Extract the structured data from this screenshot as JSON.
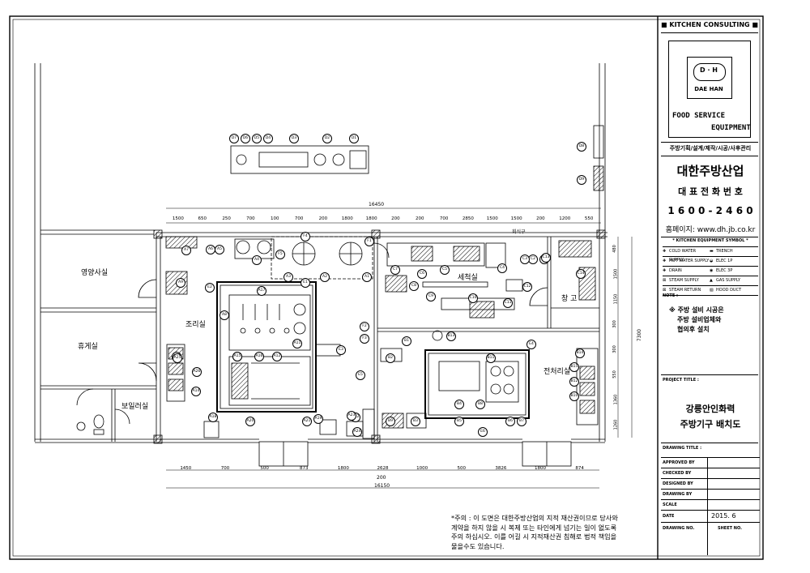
{
  "title_block": {
    "header": "■ KITCHEN CONSULTING ■",
    "logo_text": "D · H",
    "logo_caption": "DAE HAN",
    "food_service": "FOOD SERVICE",
    "equipment": "EQUIPMENT",
    "tagline": "주방기획/설계/제작/시공/사후관리",
    "company": "대한주방산업",
    "phone_label": "대 표 전 화 번 호",
    "phone": "1 6 0 0 - 2 4 6 0",
    "homepage": "홈페이지: www.dh.jb.co.kr",
    "symbol_header": "* KITCHEN EQUIPMENT SYMBOL *",
    "symbols": [
      {
        "left": "COLD WATER SUPPLY",
        "right": "TRENCH"
      },
      {
        "left": "HOT WATER SUPPLY",
        "right": "ELEC 1P"
      },
      {
        "left": "DRAIN",
        "right": "ELEC 3P"
      },
      {
        "left": "STEAM SUPPLY",
        "right": "GAS SUPPLY"
      },
      {
        "left": "STEAM RETURN",
        "right": "HOOD DUCT"
      }
    ],
    "note_label": "NOTE :",
    "note_lines": [
      "※ 주방 설비 시공은",
      "주방 설비업체와",
      "협의후 설치"
    ],
    "project_label": "PROJECT TITLE :",
    "project_lines": [
      "강릉안인화력",
      "주방기구 배치도"
    ],
    "drawing_label": "DRAWING TITLE :",
    "approvals": [
      "APPROVED BY",
      "CHECKED BY",
      "DESIGNED BY",
      "DRAWING BY",
      "SCALE"
    ],
    "date_label": "DATE",
    "date_value": "2015. 6",
    "drawing_no": "DRAWING NO.",
    "sheet_no": "SHEET NO."
  },
  "footer_note": [
    "*주의 : 이 도면은 대한주방산업의 지적 재산권이므로 당사와",
    "계약을 하지 않을 시 복제 또는 타인에게 넘기는 일이 없도록",
    "주의 하십시오. 이를 어길 시 지적재산권 침해로 법적 책임을",
    "물을수도 있습니다."
  ],
  "rooms": [
    {
      "id": "nutrition",
      "label": "영양사실"
    },
    {
      "id": "lounge",
      "label": "휴게실"
    },
    {
      "id": "boiler",
      "label": "보일러실"
    },
    {
      "id": "cooking",
      "label": "조리실"
    },
    {
      "id": "washing",
      "label": "세척실"
    },
    {
      "id": "storage",
      "label": "창 고"
    },
    {
      "id": "prep",
      "label": "전처리실"
    },
    {
      "id": "pantry",
      "label": "회식구"
    }
  ],
  "dimensions": {
    "top_total": "16450",
    "top_segments": [
      "1500",
      "650",
      "250",
      "700",
      "100",
      "700",
      "200",
      "1800",
      "1800",
      "200",
      "200",
      "700",
      "2850",
      "1500",
      "1500",
      "200",
      "1200",
      "550"
    ],
    "bottom_segments": [
      "1450",
      "700",
      "500",
      "873",
      "1800",
      "2628",
      "1000",
      "500",
      "3826",
      "1800",
      "874"
    ],
    "bottom_sub": "200",
    "bottom_total": "16150",
    "right_total": "7300",
    "right_segments": [
      "480",
      "1500",
      "1150",
      "300",
      "300",
      "550",
      "1360",
      "1260"
    ]
  },
  "equipment_labels": [
    "A1",
    "A2",
    "A3",
    "A4",
    "A5",
    "A6",
    "A7",
    "A8",
    "A9",
    "A10",
    "A11",
    "A12",
    "A13",
    "A14",
    "A15",
    "A16",
    "A17",
    "A18",
    "A19",
    "A20",
    "A21",
    "A22",
    "A23",
    "A24",
    "A25",
    "A26",
    "B1",
    "B2",
    "B3",
    "B4",
    "B5",
    "B6",
    "B7",
    "B8",
    "B9",
    "B10",
    "B11",
    "B12",
    "B13",
    "B14",
    "B15",
    "C1",
    "C2",
    "C3",
    "C4",
    "C5",
    "C6",
    "C7",
    "C8",
    "C9",
    "C10",
    "C11",
    "C12",
    "C13",
    "C14",
    "D1",
    "D2",
    "D3",
    "D4",
    "D5",
    "D6",
    "D7",
    "D8",
    "D9",
    "E1",
    "E2",
    "E3",
    "E4",
    "E5",
    "E6",
    "F1",
    "F2",
    "F3",
    "F4",
    "F5"
  ]
}
